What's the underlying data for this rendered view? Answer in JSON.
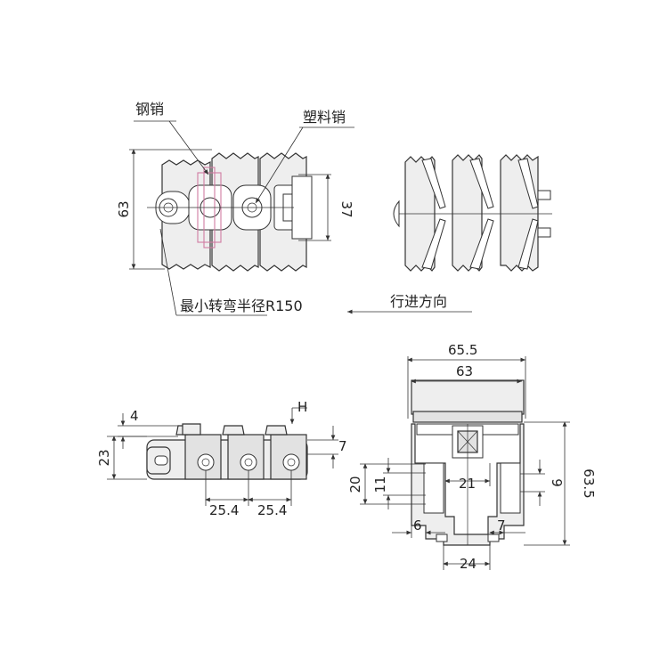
{
  "labels": {
    "steel_pin": "钢销",
    "plastic_pin": "塑料销",
    "min_radius": "最小转弯半径R150",
    "travel_direction": "行进方向"
  },
  "dimensions": {
    "top_height": "63",
    "top_pin_span": "37",
    "side_4": "4",
    "side_h": "H",
    "side_23": "23",
    "side_7": "7",
    "pitch_1": "25.4",
    "pitch_2": "25.4",
    "end_65_5": "65.5",
    "end_63": "63",
    "end_63_5": "63.5",
    "end_20": "20",
    "end_11": "11",
    "end_21": "21",
    "end_9": "9",
    "end_6": "6",
    "end_7": "7",
    "end_24": "24"
  }
}
